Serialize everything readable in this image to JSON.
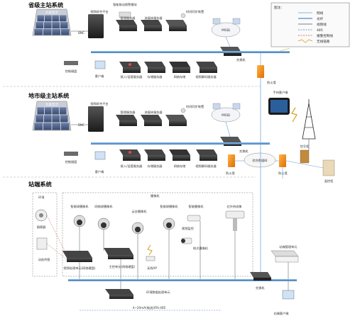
{
  "sections": {
    "provincial": "省级主站系统",
    "city": "地市级主站系统",
    "station": "站端系统"
  },
  "legend": {
    "title": "图注：",
    "items": [
      {
        "label": "网线",
        "color": "#6a9fd6",
        "style": "solid"
      },
      {
        "label": "光纤",
        "color": "#6a9fd6",
        "style": "thick"
      },
      {
        "label": "视频线",
        "color": "#555555",
        "style": "solid"
      },
      {
        "label": "485",
        "color": "#4a7cc0",
        "style": "dash"
      },
      {
        "label": "报警控制线",
        "color": "#d84a4a",
        "style": "dash"
      },
      {
        "label": "无线链路",
        "color": "#d4a017",
        "style": "zigzag"
      }
    ]
  },
  "provincial": {
    "videowall": "大屏显示",
    "matrix": "视频综合平台",
    "bnc": "BNC",
    "alarm_module": "智能联动报警模块",
    "mgmt_server": "管理服务器",
    "stream_server": "流媒体服务器",
    "time_sync": "时间同步装置",
    "mis": "MIS网",
    "switch": "交换机",
    "keyboard": "控制键盘",
    "client": "客户端",
    "access_server": "接入/设管服务器",
    "storage_server": "存储服务器",
    "network_storage": "网络存储",
    "decoder_server": "视频解码服务器",
    "firewall": "防火墙"
  },
  "city": {
    "videowall": "大屏显示",
    "matrix": "视频综合平台",
    "bnc": "BNC",
    "mgmt_server": "管理服务器",
    "stream_server": "流媒体服务器",
    "time_sync": "时间同步装置",
    "mis": "MIS网",
    "switch": "交换机",
    "keyboard": "控制键盘",
    "client": "客户端",
    "access_server": "接入/设管服务器",
    "storage_server": "存储服务器",
    "network_storage": "网络存储",
    "decoder_server": "视频解码服务器",
    "firewall": "防火墙",
    "integrated_net": "综合数据网",
    "firewall2": "防火墙",
    "mobile_client": "手持客户端",
    "signal_cabinet": "信号柜",
    "monitor_cabinet": "监控柜"
  },
  "station": {
    "env_group": "环境",
    "smoke": "烟感器",
    "door": "动态传感",
    "cam_group": "摄像机",
    "cam1": "智能球摄像机",
    "cam2": "网络球摄像机",
    "cam3": "云台摄像机",
    "cam4": "智能球摄像机",
    "cam5": "智能摄像机",
    "thermal": "红外热成像",
    "video_monitor": "视频监控",
    "cam6": "枪式摄像机",
    "nvr": "视频处理单元(网络硬盘)",
    "nvr2": "主控单元(网络硬盘)",
    "wireless_ap": "无线AP",
    "switch": "交换机",
    "mgmt_unit": "站端管理单元",
    "client": "站端客户端",
    "env_unit": "环境数据处理单元",
    "bus_label": "4~20mA(电流)/RS-485"
  }
}
